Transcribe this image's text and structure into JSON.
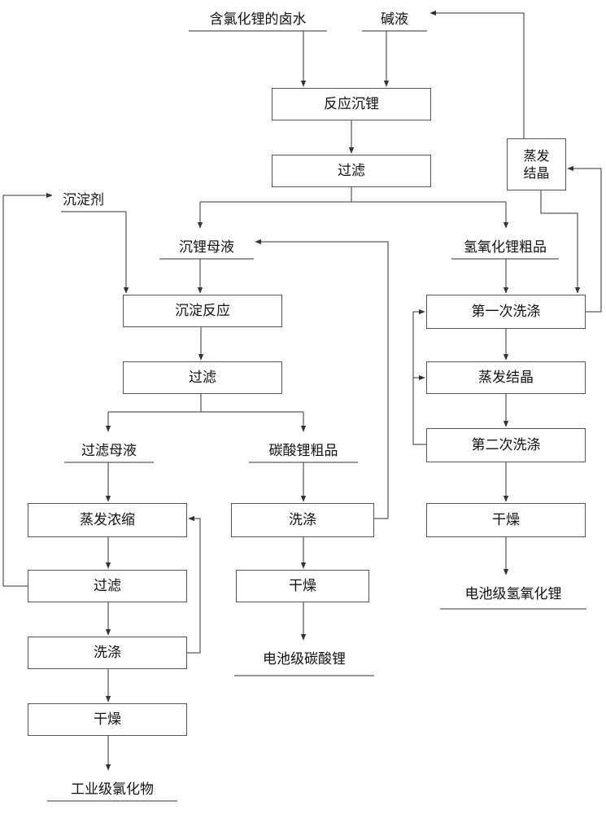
{
  "inputs": {
    "brine": "含氯化锂的卤水",
    "alkali": "碱液",
    "precipitant": "沉淀剂"
  },
  "steps": {
    "reaction_precipitation": "反应沉锂",
    "filter_1": "过滤",
    "evap_cryst_side_line1": "蒸发",
    "evap_cryst_side_line2": "结晶",
    "precipitation_reaction": "沉淀反应",
    "filter_2": "过滤",
    "first_wash": "第一次洗涤",
    "evap_cryst": "蒸发结晶",
    "second_wash": "第二次洗涤",
    "dry_lioh": "干燥",
    "evap_concentrate": "蒸发浓缩",
    "filter_3": "过滤",
    "wash_chloride": "洗涤",
    "dry_chloride": "干燥",
    "wash_carbonate": "洗涤",
    "dry_carbonate": "干燥"
  },
  "intermediates": {
    "li_mother_liquor": "沉锂母液",
    "lioh_crude": "氢氧化锂粗品",
    "filter_mother_liquor": "过滤母液",
    "li2co3_crude": "碳酸锂粗品"
  },
  "products": {
    "battery_lioh": "电池级氢氧化锂",
    "battery_li2co3": "电池级碳酸锂",
    "industrial_chloride": "工业级氯化物"
  },
  "colors": {
    "line": "#333333",
    "box_border": "#555555",
    "text": "#111111"
  }
}
